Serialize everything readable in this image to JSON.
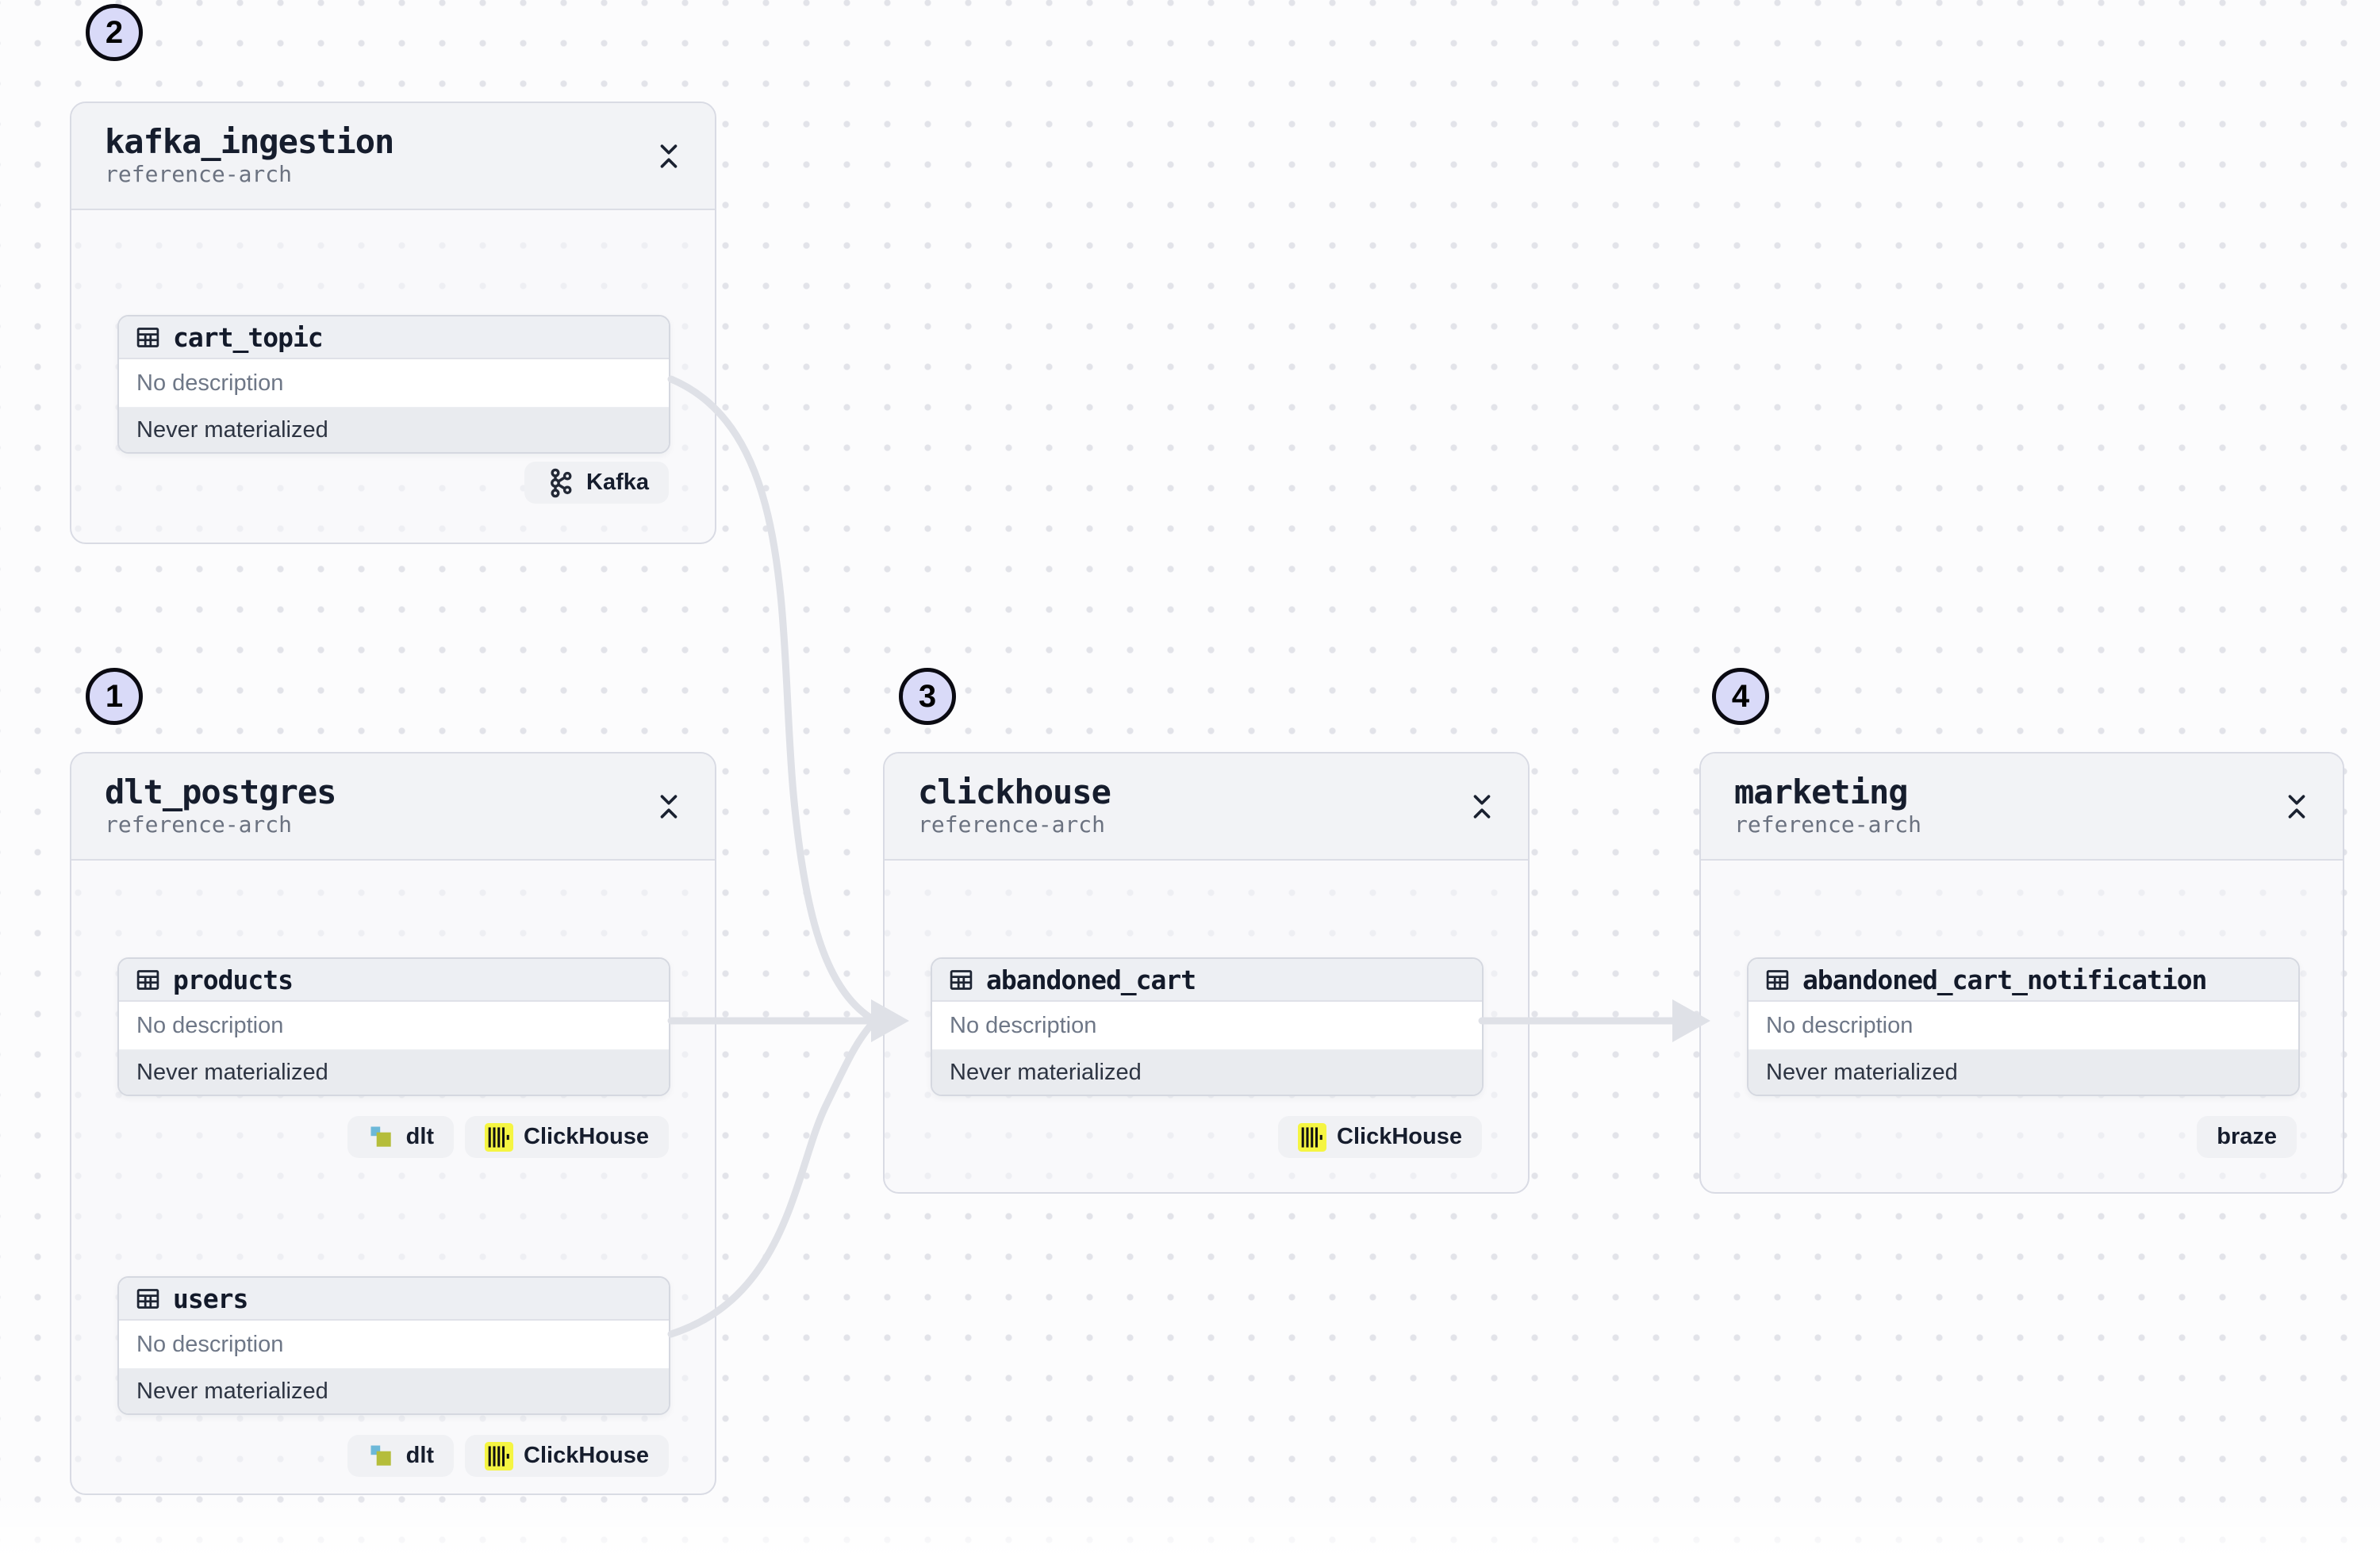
{
  "view": {
    "description_placeholder": "No description",
    "status_never": "Never materialized"
  },
  "colors": {
    "number_badge_bg": "#d9daf8",
    "edge": "#dfe1e7",
    "clickhouse_yellow": "#f5f542",
    "dlt_blue": "#6cb8d8",
    "dlt_green": "#b5bd3a",
    "group_header_bg": "#f2f3f6",
    "card_header_bg": "#edeff3",
    "status_row_bg": "#e9ebef"
  },
  "groups": [
    {
      "number": "2",
      "title": "kafka_ingestion",
      "subtitle": "reference-arch",
      "assets": [
        {
          "name": "cart_topic",
          "description": "No description",
          "status": "Never materialized",
          "tags": [
            {
              "label": "Kafka",
              "icon": "kafka-icon"
            }
          ]
        }
      ]
    },
    {
      "number": "1",
      "title": "dlt_postgres",
      "subtitle": "reference-arch",
      "assets": [
        {
          "name": "products",
          "description": "No description",
          "status": "Never materialized",
          "tags": [
            {
              "label": "dlt",
              "icon": "dlt-icon"
            },
            {
              "label": "ClickHouse",
              "icon": "clickhouse-icon"
            }
          ]
        },
        {
          "name": "users",
          "description": "No description",
          "status": "Never materialized",
          "tags": [
            {
              "label": "dlt",
              "icon": "dlt-icon"
            },
            {
              "label": "ClickHouse",
              "icon": "clickhouse-icon"
            }
          ]
        }
      ]
    },
    {
      "number": "3",
      "title": "clickhouse",
      "subtitle": "reference-arch",
      "assets": [
        {
          "name": "abandoned_cart",
          "description": "No description",
          "status": "Never materialized",
          "tags": [
            {
              "label": "ClickHouse",
              "icon": "clickhouse-icon"
            }
          ]
        }
      ]
    },
    {
      "number": "4",
      "title": "marketing",
      "subtitle": "reference-arch",
      "assets": [
        {
          "name": "abandoned_cart_notification",
          "description": "No description",
          "status": "Never materialized",
          "tags": [
            {
              "label": "braze",
              "icon": "none"
            }
          ]
        }
      ]
    }
  ]
}
